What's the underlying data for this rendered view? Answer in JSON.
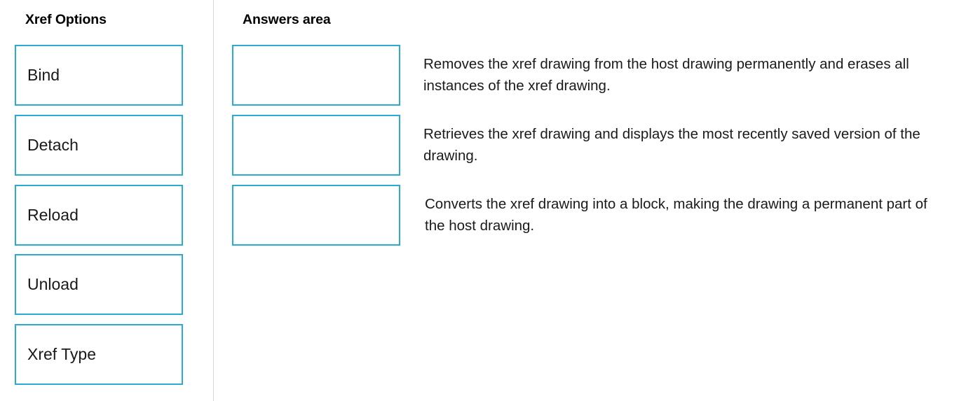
{
  "columns": {
    "left_header": "Xref Options",
    "right_header": "Answers area"
  },
  "colors": {
    "box_border": "#29abd4",
    "divider": "#d9d9d9",
    "text": "#1a1a1a",
    "background": "#ffffff"
  },
  "xref_options": [
    {
      "label": "Bind"
    },
    {
      "label": "Detach"
    },
    {
      "label": "Reload"
    },
    {
      "label": "Unload"
    },
    {
      "label": "Xref Type"
    }
  ],
  "answer_slots": [
    {
      "value": ""
    },
    {
      "value": ""
    },
    {
      "value": ""
    }
  ],
  "descriptions": [
    "Removes the xref drawing from the host drawing permanently and erases all instances of the xref drawing.",
    "Retrieves the xref drawing and displays the most recently saved version of the drawing.",
    "Converts the xref drawing into a block, making the drawing a permanent part of the host drawing."
  ]
}
